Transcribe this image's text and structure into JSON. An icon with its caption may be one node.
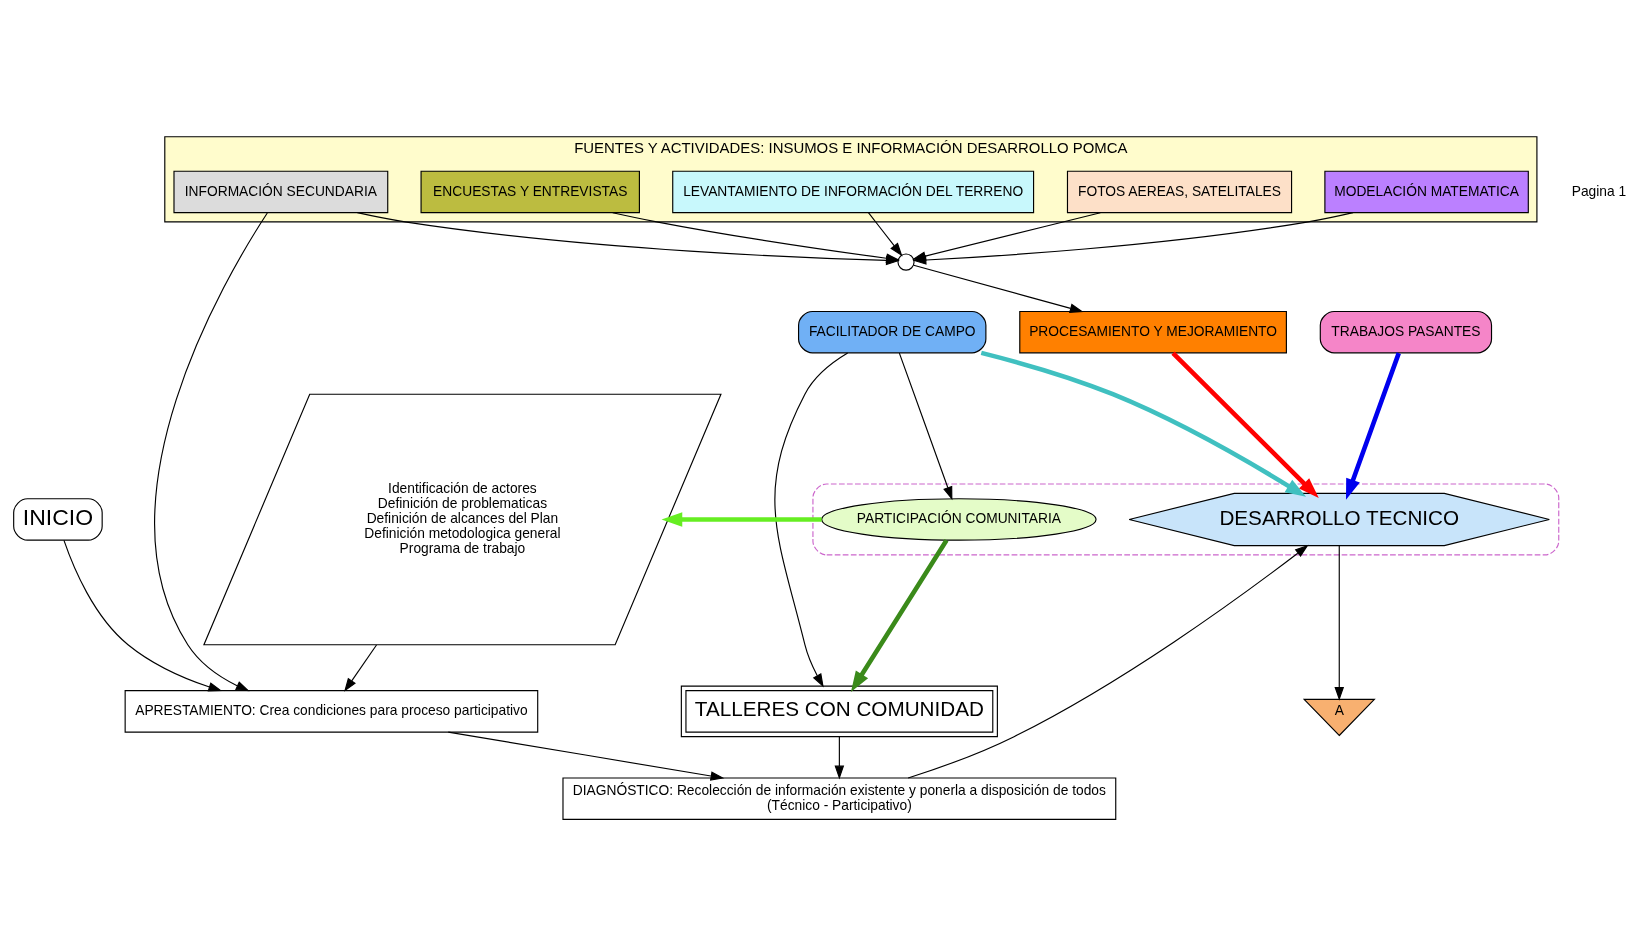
{
  "diagram": {
    "nodes": [
      {
        "text": [
          "INICIO"
        ]
      },
      {
        "text": [
          "APRESTAMIENTO: Crea condiciones para proceso participativo"
        ]
      },
      {
        "text": [
          "DIAGNÓSTICO: Recolección de información existente y ponerla a disposición de todos",
          "(Técnico - Participativo)"
        ]
      },
      {
        "text": [
          "FUENTES Y ACTIVIDADES: INSUMOS E INFORMACIÓN DESARROLLO POMCA"
        ]
      },
      {
        "text": [
          "INFORMACIÓN SECUNDARIA"
        ],
        "in": 3
      },
      {
        "text": [
          "FOTOS AEREAS, SATELITALES"
        ],
        "in": 3
      },
      {
        "text": [
          "LEVANTAMIENTO DE INFORMACIÓN DEL TERRENO"
        ],
        "in": 3
      },
      {
        "text": [
          "ENCUESTAS Y ENTREVISTAS"
        ],
        "in": 3
      },
      {
        "text": [
          "MODELACIÓN MATEMATICA"
        ],
        "in": 3
      },
      {
        "text": [],
        "shape": "circle"
      },
      {
        "text": [
          "PROCESAMIENTO Y MEJORAMIENTO"
        ]
      },
      {
        "text": [
          "Identificación de actores",
          "Definición de problematicas",
          "Definición de alcances del Plan",
          "Definición metodologica general",
          "Programa de trabajo"
        ]
      },
      {
        "text": [
          "TRABAJOS PASANTES"
        ]
      },
      {
        "text": [
          "FACILITADOR DE CAMPO"
        ]
      },
      {
        "text": [
          "TALLERES CON COMUNIDAD"
        ]
      },
      {
        "text": [],
        "shape": "box"
      },
      {
        "text": [
          "DESARROLLO TECNICO"
        ],
        "in": 15
      },
      {
        "text": [
          "PARTICIPACIÓN COMUNITARIA"
        ],
        "in": 15
      },
      {
        "text": [
          "A"
        ]
      }
    ],
    "edges": [
      {
        "from": 0,
        "to": 1,
        "arrow": "to"
      },
      {
        "from": 4,
        "to": 1,
        "arrow": "to"
      },
      {
        "from": 1,
        "to": 2,
        "arrow": "to"
      },
      {
        "from": 11,
        "to": 1,
        "arrow": "to"
      },
      {
        "from": 14,
        "to": 2,
        "arrow": "to"
      },
      {
        "from": 4,
        "to": 9,
        "arrow": "to"
      },
      {
        "from": 5,
        "to": 9,
        "arrow": "to"
      },
      {
        "from": 6,
        "to": 9,
        "arrow": "to"
      },
      {
        "from": 7,
        "to": 9,
        "arrow": "to"
      },
      {
        "from": 8,
        "to": 9,
        "arrow": "to"
      },
      {
        "from": 9,
        "to": 10,
        "arrow": "to"
      },
      {
        "from": 13,
        "to": 14,
        "arrow": "to"
      },
      {
        "from": 2,
        "to": 16,
        "arrow": "to"
      },
      {
        "from": 10,
        "to": 16,
        "arrow": "to",
        "style": "thick",
        "color": "#ff0000"
      },
      {
        "from": 12,
        "to": 16,
        "arrow": "to",
        "style": "thick",
        "color": "#0000ee"
      },
      {
        "from": 13,
        "to": 16,
        "arrow": "to",
        "style": "thick",
        "color": "#40c0c0"
      },
      {
        "from": 13,
        "to": 17,
        "arrow": "to"
      },
      {
        "from": 17,
        "to": 11,
        "arrow": "to",
        "style": "thick",
        "color": "#66ee22"
      },
      {
        "from": 17,
        "to": 14,
        "arrow": "to",
        "style": "thick",
        "color": "#3a8a1a"
      },
      {
        "from": 16,
        "to": 18,
        "arrow": "to"
      }
    ],
    "labels": [
      "Pagina 1"
    ]
  }
}
